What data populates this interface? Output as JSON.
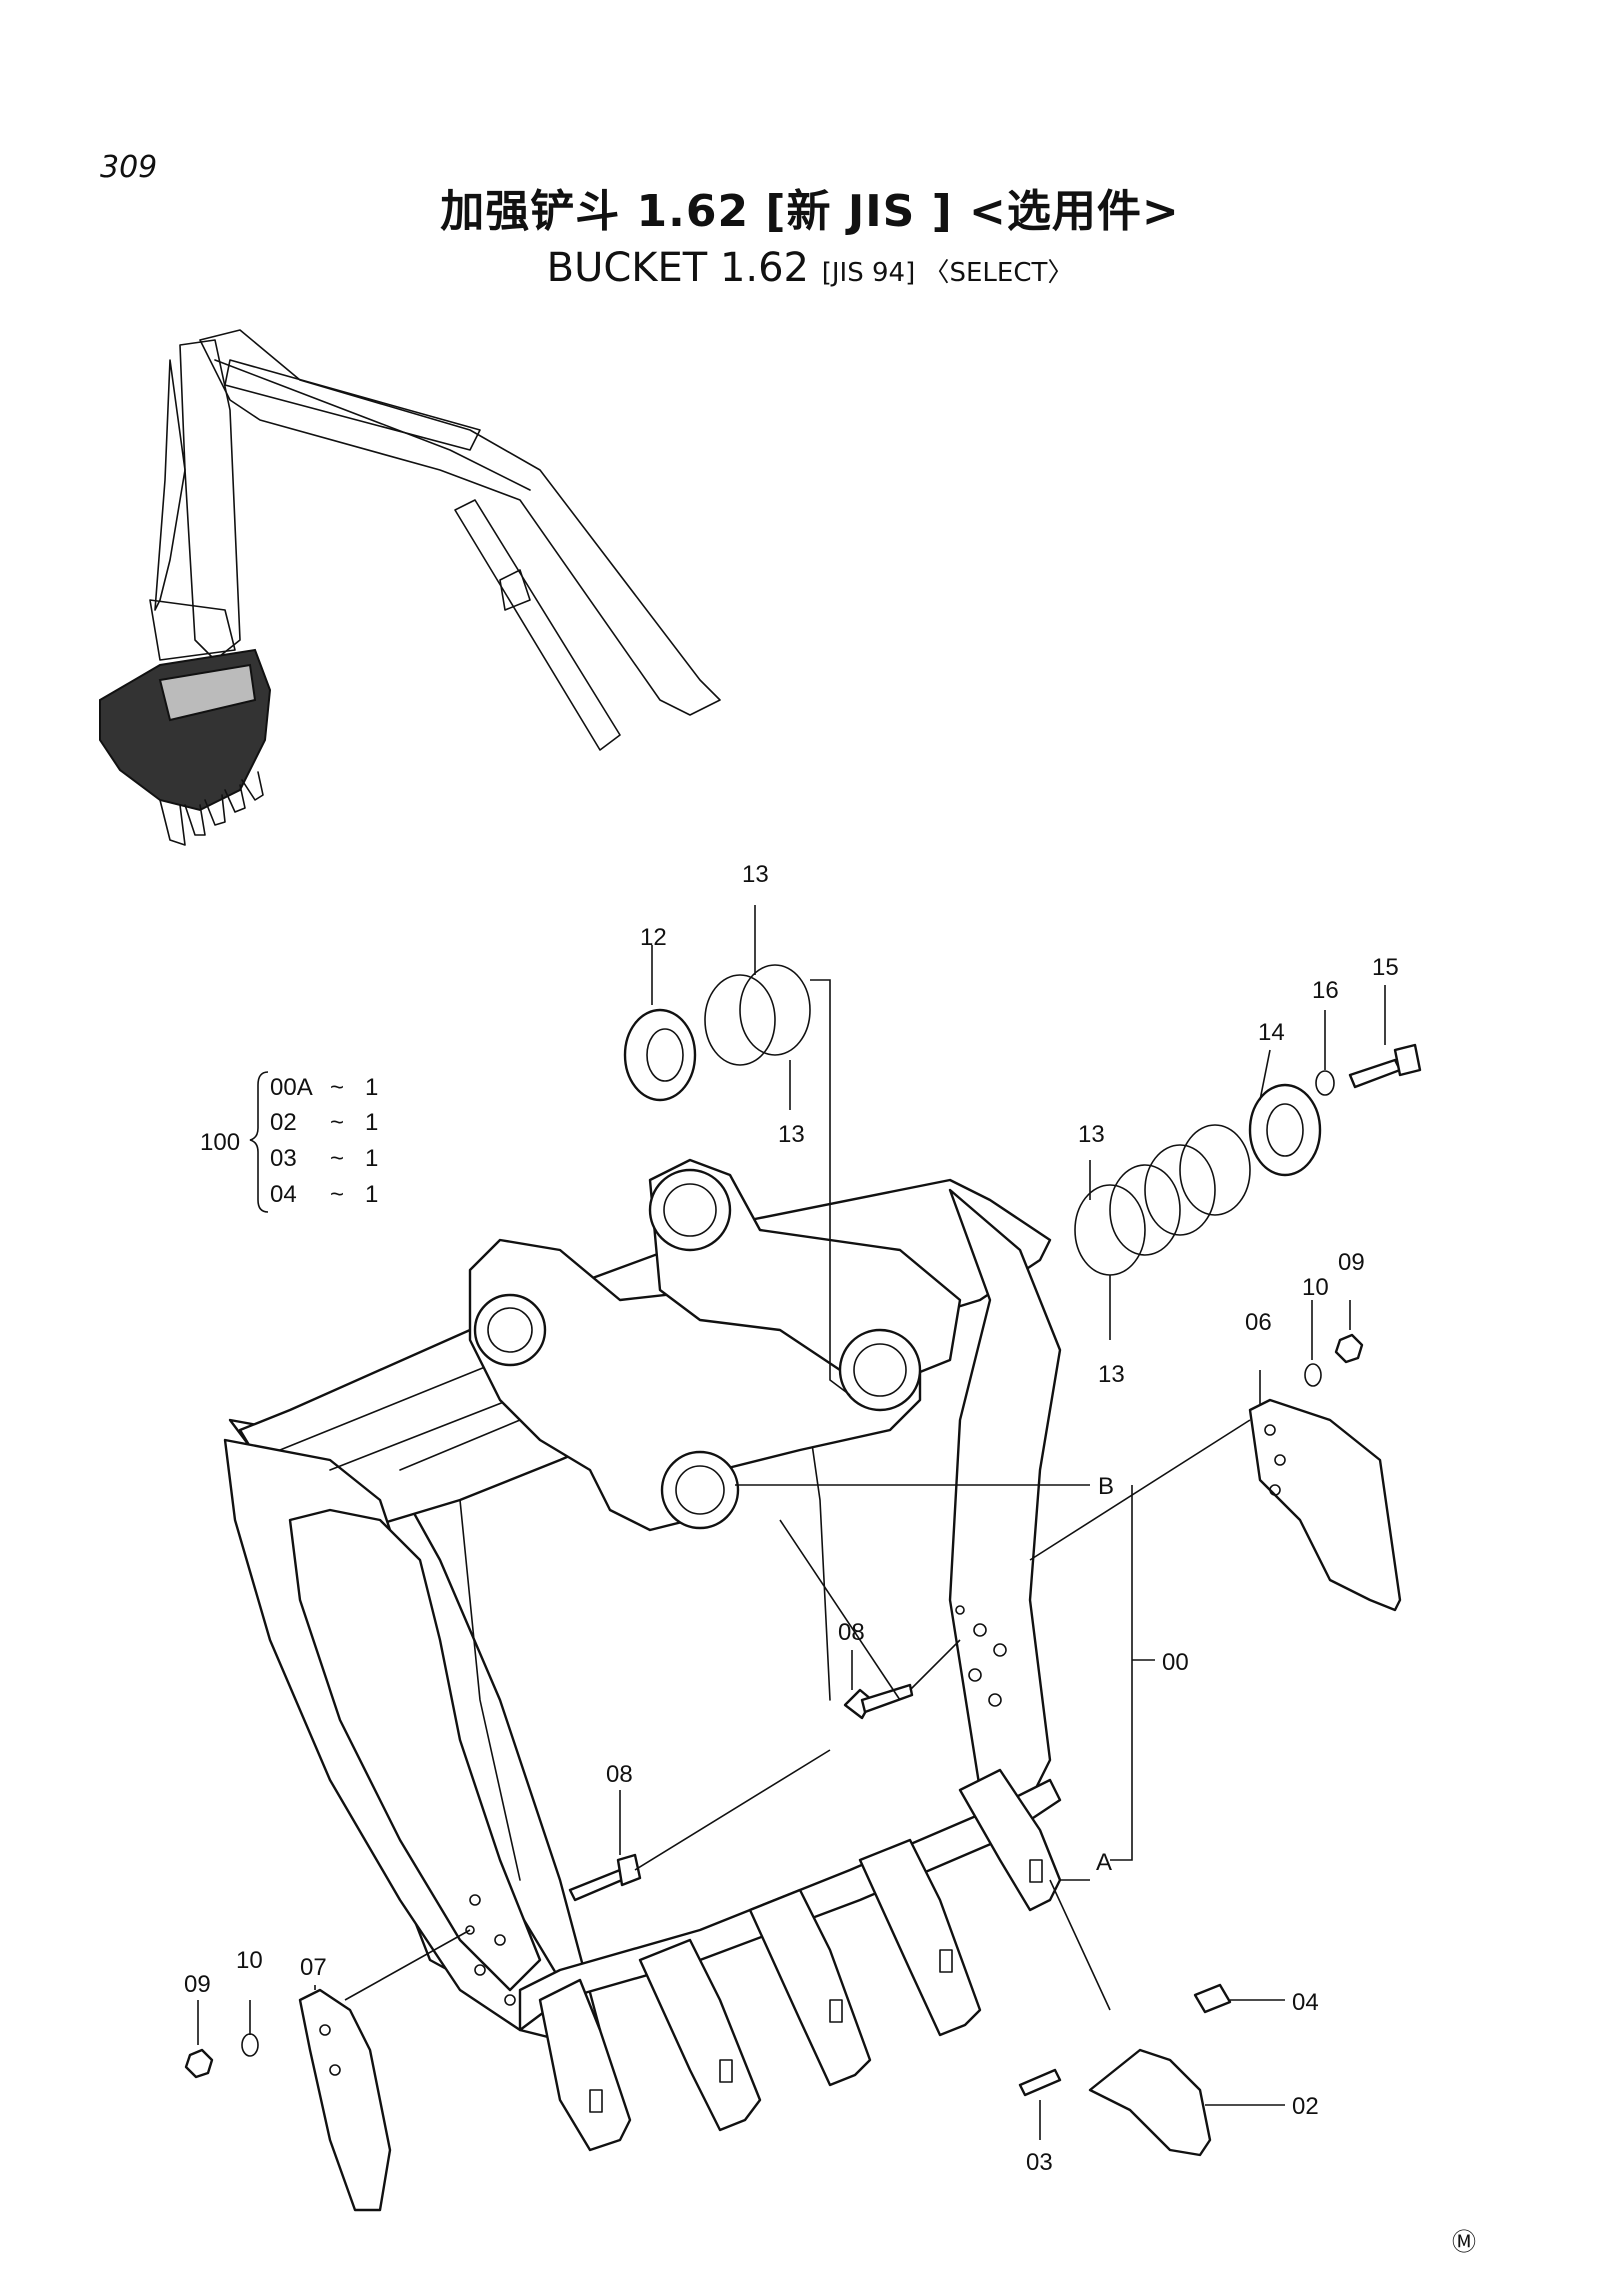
{
  "page_number": "309",
  "title_cn": "加强铲斗 1.62 [新 JIS ] <选用件>",
  "title_en_main": "BUCKET 1.62",
  "title_en_sub": "[JIS 94] 〈SELECT〉",
  "assembly": {
    "parent": "100",
    "rows": [
      {
        "part": "00A",
        "sep": "~",
        "qty": "1"
      },
      {
        "part": "02",
        "sep": "~",
        "qty": "1"
      },
      {
        "part": "03",
        "sep": "~",
        "qty": "1"
      },
      {
        "part": "04",
        "sep": "~",
        "qty": "1"
      }
    ]
  },
  "callouts": {
    "c13_top": "13",
    "c12": "12",
    "c13_mid": "13",
    "c13_right_top": "13",
    "c13_right_bottom": "13",
    "c14": "14",
    "c16": "16",
    "c15": "15",
    "c09_right": "09",
    "c10_right": "10",
    "c06": "06",
    "cB": "B",
    "c00": "00",
    "c08_upper": "08",
    "c08_lower": "08",
    "cA": "A",
    "c07": "07",
    "c09_left": "09",
    "c10_left": "10",
    "c04": "04",
    "c02": "02",
    "c03": "03"
  },
  "mark": "Ⓜ"
}
